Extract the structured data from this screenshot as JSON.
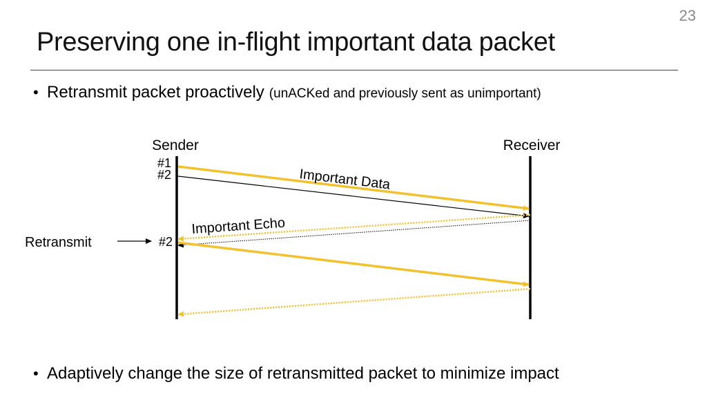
{
  "slide": {
    "number": "23",
    "title": "Preserving one in-flight important data packet"
  },
  "bullets": {
    "first": {
      "main": "Retransmit packet proactively",
      "detail": "(unACKed and previously sent as unimportant)"
    },
    "second": "Adaptively change the size of retransmitted packet to minimize impact"
  },
  "diagram": {
    "sender_label": "Sender",
    "receiver_label": "Receiver",
    "packet_1": "#1",
    "packet_2": "#2",
    "retransmit_packet": "#2",
    "retransmit_label": "Retransmit",
    "important_data_label": "Important Data",
    "important_echo_label": "Important Echo",
    "colors": {
      "important": "#f2c12e",
      "normal": "#000000"
    }
  }
}
